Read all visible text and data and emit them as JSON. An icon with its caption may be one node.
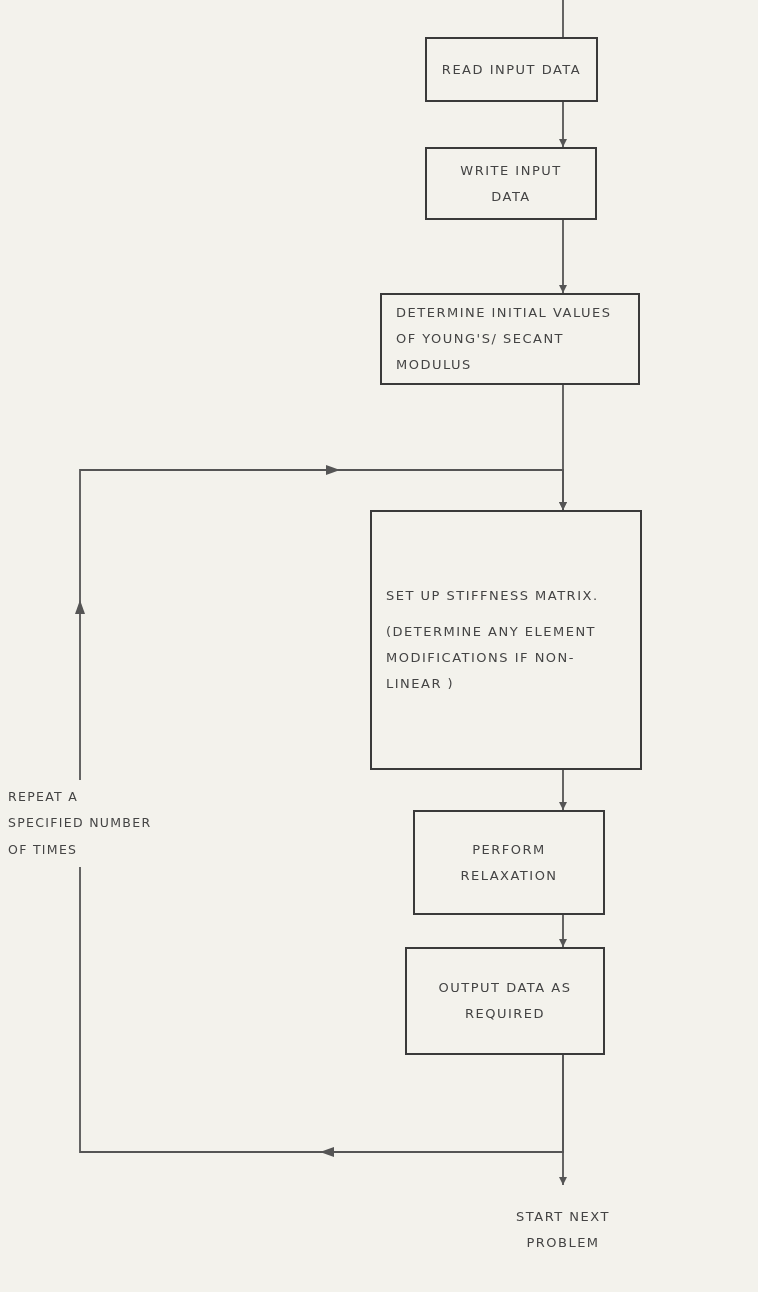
{
  "diagram": {
    "nodes": [
      {
        "text": [
          "READ INPUT DATA"
        ]
      },
      {
        "text": [
          "WRITE INPUT DATA"
        ]
      },
      {
        "text": [
          "DETERMINE INITIAL VALUES OF YOUNG'S/ SECANT MODULUS"
        ]
      },
      {
        "text": [
          "SET UP STIFFNESS MATRIX.",
          "(DETERMINE ANY ELEMENT MODIFICATIONS IF NON-LINEAR )"
        ]
      },
      {
        "text": [
          "PERFORM RELAXATION"
        ]
      },
      {
        "text": [
          "OUTPUT DATA AS REQUIRED"
        ]
      },
      {
        "text": [
          "START NEXT PROBLEM"
        ]
      }
    ],
    "edges": [
      {
        "from": null,
        "to": 0,
        "arrow": "none"
      },
      {
        "from": 0,
        "to": 1,
        "arrow": "to"
      },
      {
        "from": 1,
        "to": 2,
        "arrow": "to"
      },
      {
        "from": 2,
        "to": 3,
        "arrow": "to"
      },
      {
        "from": 3,
        "to": 4,
        "arrow": "to"
      },
      {
        "from": 4,
        "to": 5,
        "arrow": "to"
      },
      {
        "from": 5,
        "to": 6,
        "arrow": "to"
      },
      {
        "from": 5,
        "to": 3,
        "arrow": "to",
        "label": "REPEAT A SPECIFIED NUMBER OF TIMES"
      }
    ]
  }
}
